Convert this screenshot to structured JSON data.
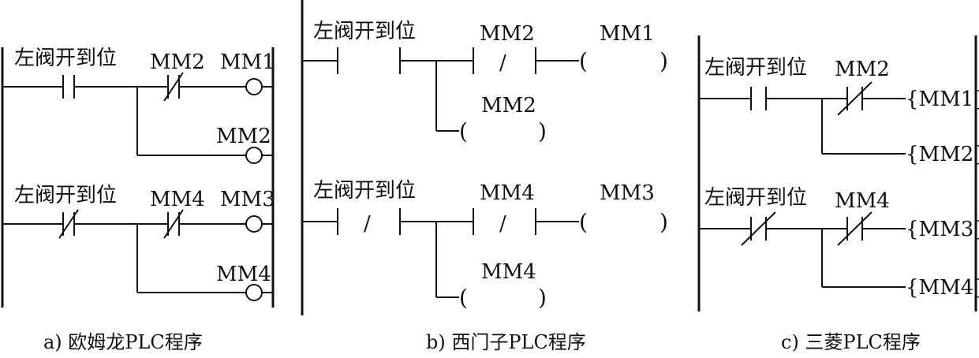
{
  "panels": {
    "omron": {
      "caption": "a) 欧姆龙PLC程序",
      "rung1": {
        "contact1": "左阀开到位",
        "contact2": "MM2",
        "coil1": "MM1",
        "coil2": "MM2"
      },
      "rung2": {
        "contact1": "左阀开到位",
        "contact2": "MM4",
        "coil1": "MM3",
        "coil2": "MM4"
      }
    },
    "siemens": {
      "caption": "b) 西门子PLC程序",
      "rung1": {
        "contact1": "左阀开到位",
        "contact2": "MM2",
        "coil1": "MM1",
        "coil2": "MM2"
      },
      "rung2": {
        "contact1": "左阀开到位",
        "contact2": "MM4",
        "coil1": "MM3",
        "coil2": "MM4"
      },
      "symbols": {
        "nc_slash": "/",
        "coil_open": "(",
        "coil_close": ")"
      }
    },
    "mitsubishi": {
      "caption": "c) 三菱PLC程序",
      "rung1": {
        "contact1": "左阀开到位",
        "contact2": "MM2",
        "coil1": "{MM1}",
        "coil2": "{MM2}"
      },
      "rung2": {
        "contact1": "左阀开到位",
        "contact2": "MM4",
        "coil1": "{MM3}",
        "coil2": "{MM4}"
      }
    }
  }
}
